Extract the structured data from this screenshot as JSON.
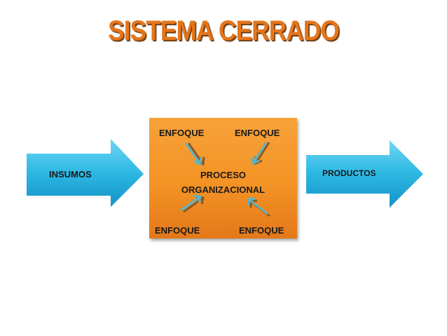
{
  "title": "SISTEMA CERRADO",
  "input": {
    "label": "INSUMOS"
  },
  "process": {
    "label_line1": "PROCESO",
    "label_line2": "ORGANIZACIONAL",
    "approaches": [
      "ENFOQUE",
      "ENFOQUE",
      "ENFOQUE",
      "ENFOQUE"
    ]
  },
  "output": {
    "label": "PRODUCTOS"
  },
  "colors": {
    "title": "#e4761c",
    "box": "#f39325",
    "arrow": "#29b6e0"
  }
}
